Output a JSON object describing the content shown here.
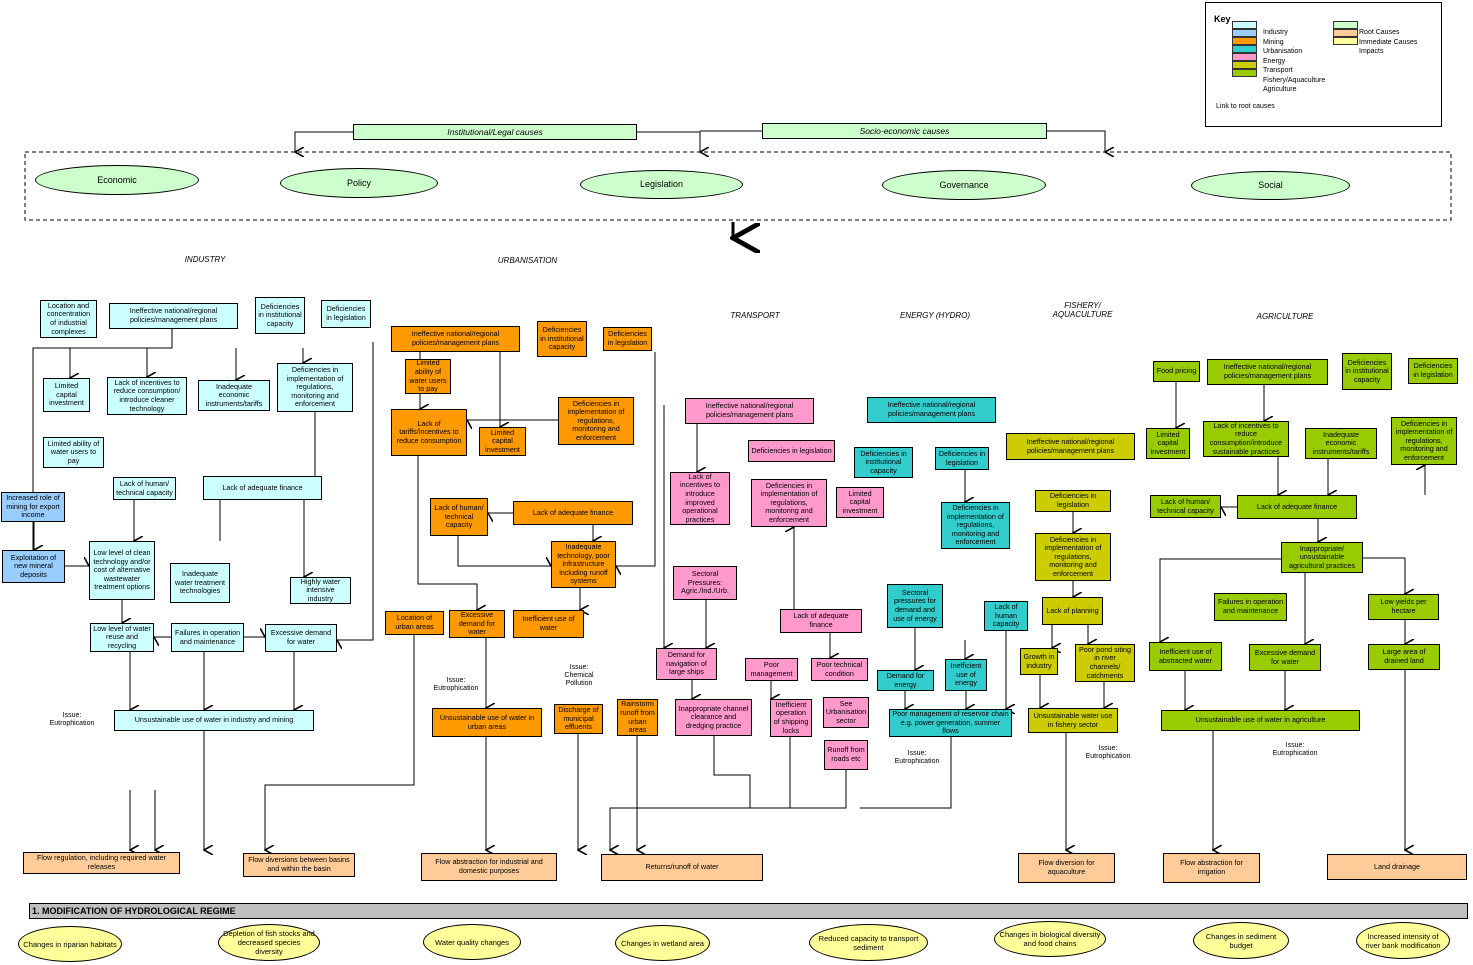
{
  "colors": {
    "industry": "#ccffff",
    "mining": "#99ccff",
    "urbanisation": "#ff9900",
    "energy": "#33cccc",
    "transport": "#ff99cc",
    "fishery": "#cccc00",
    "agriculture": "#99cc00",
    "root": "#ccffcc",
    "immediate": "#ffcc99",
    "impacts": "#ffff99"
  },
  "key": {
    "title": "Key",
    "sectors": [
      "Industry",
      "Mining",
      "Urbanisation",
      "Energy",
      "Transport",
      "Fishery/Aquaculture",
      "Agriculture"
    ],
    "types": [
      "Root Causes",
      "Immediate Causes",
      "Impacts"
    ],
    "link": "Link to root causes"
  },
  "top": {
    "institutional": "Institutional/Legal causes",
    "socio": "Socio-economic causes",
    "root_causes": [
      "Economic",
      "Policy",
      "Legislation",
      "Governance",
      "Social"
    ]
  },
  "sections": {
    "industry": "INDUSTRY",
    "urbanisation": "URBANISATION",
    "transport": "TRANSPORT",
    "energy": "ENERGY (HYDRO)",
    "fishery": "FISHERY/ AQUACULTURE",
    "agriculture": "AGRICULTURE"
  },
  "issues": {
    "eutrophication": "Issue: Eutrophication",
    "chemical": "Issue: Chemical Pollution"
  },
  "industry": [
    "Location and concentration of industrial complexes",
    "Ineffective national/regional policies/management plans",
    "Deficiencies in institutional capacity",
    "Deficiencies in legislation",
    "Limited capital investment",
    "Lack of incentives to reduce consumption/ introduce cleaner technology",
    "Inadequate economic instruments/tariffs",
    "Deficiencies in implementation of regulations, monitoring and enforcement",
    "Limited ability of water users to pay",
    "Lack of human/ technical capacity",
    "Lack of adequate finance",
    "Increased role of mining for export income",
    "Exploitation of new mineral deposits",
    "Low level of clean technology and/or cost of alternative wastewater treatment options",
    "Inadequate water treatment technologies",
    "Highly water intensive industry",
    "Low level of water reuse and recycling",
    "Failures in operation and maintenance",
    "Excessive demand for water",
    "Unsustainable use of water in industry and mining"
  ],
  "urbanisation": [
    "Ineffective national/regional policies/management plans",
    "Deficiencies in institutional capacity",
    "Deficiencies in legislation",
    "Limited ability of water users to pay",
    "Lack of tariffs/incentives to reduce consumption",
    "Limited capital investment",
    "Deficiencies in implementation of regulations, monitoring and enforcement",
    "Lack of human/ technical capacity",
    "Lack of adequate finance",
    "Inadequate technology, poor infrastructure including runoff systems",
    "Location of urban areas",
    "Excessive demand for water",
    "Inefficient use of water",
    "Unsustainable use of water in urban areas",
    "Discharge of municipal effluents",
    "Rainstorm runoff from urban areas"
  ],
  "transport": [
    "Ineffective national/regional policies/management plans",
    "Deficiencies in legislation",
    "Lack of incentives to introduce improved operational practices",
    "Deficiencies in implementation of regulations, monitoring and enforcement",
    "Limited capital investment",
    "Sectoral Pressures: Agric./Ind./Urb.",
    "Lack of adequate finance",
    "Demand for navigation of large ships",
    "Poor management",
    "Poor technical condition",
    "Inappropriate channel clearance and dredging practice",
    "Inefficient operation of shipping locks",
    "See Urbanisation sector",
    "Runoff from roads etc"
  ],
  "energy": [
    "Ineffective national/regional policies/management plans",
    "Deficiencies in institutional capacity",
    "Deficiencies in legislation",
    "Deficiencies in implementation of regulations, monitoring and enforcement",
    "Sectoral pressures for demand and use of energy",
    "Lack of human capacity",
    "Demand for energy",
    "Inefficient use of energy",
    "Poor management of reservoir chain e.g. power generation, summer flows"
  ],
  "fishery": [
    "Ineffective national/regional policies/management plans",
    "Deficiencies in legislation",
    "Deficiencies in implementation of regulations, monitoring and enforcement",
    "Lack of planning",
    "Growth in industry",
    "Poor pond siting in river channels/ catchments",
    "Unsustainable water use in fishery sector"
  ],
  "agriculture": [
    "Food pricing",
    "Ineffective national/regional policies/management plans",
    "Deficiencies in institutional capacity",
    "Deficiencies in legislation",
    "Limited capital investment",
    "Lack of incentives to reduce consumption/introduce sustainable practices",
    "Inadequate economic instruments/tariffs",
    "Deficiencies in implementation of regulations, monitoring and enforcement",
    "Lack of human/ technical capacity",
    "Lack of adequate finance",
    "Inappropriate/ unsustainable agricultural practices",
    "Failures in operation and maintenance",
    "Low yields per hectare",
    "Inefficient use of abstracted water",
    "Excessive demand for water",
    "Large area of drained land",
    "Unsustainable use of water in agriculture"
  ],
  "immediate": [
    "Flow regulation, including required water releases",
    "Flow diversions between basins and within the basin",
    "Flow abstraction for industrial and domestic purposes",
    "Returns/runoff of water",
    "Flow diversion for aquaculture",
    "Flow abstraction for irrigation",
    "Land drainage"
  ],
  "issue_bar": "1. MODIFICATION OF HYDROLOGICAL REGIME",
  "impacts": [
    "Changes in riparian habitats",
    "Depletion of fish stocks and decreased species diversity",
    "Water quality changes",
    "Changes in wetland area",
    "Reduced capacity to transport sediment",
    "Changes in biological diversity and food chains",
    "Changes in sediment budget",
    "Increased intensity of river bank modification"
  ]
}
